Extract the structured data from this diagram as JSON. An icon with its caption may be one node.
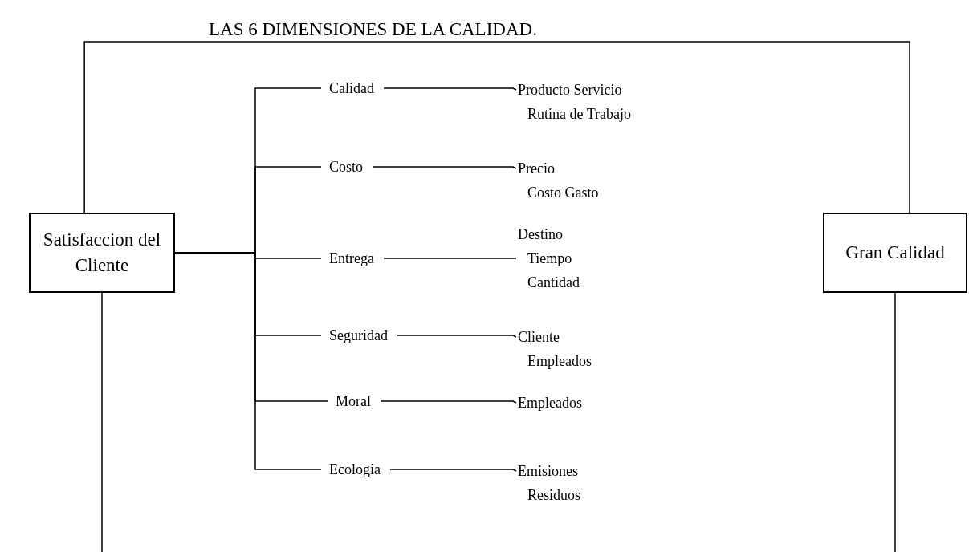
{
  "diagram": {
    "title": "LAS 6 DIMENSIONES DE LA CALIDAD.",
    "nodes": [
      {
        "text": [
          "Satisfaccion del Cliente"
        ]
      },
      {
        "text": [
          "Gran Calidad"
        ]
      },
      {
        "text": [
          "Calidad"
        ]
      },
      {
        "text": [
          "Costo"
        ]
      },
      {
        "text": [
          "Entrega"
        ]
      },
      {
        "text": [
          "Seguridad"
        ]
      },
      {
        "text": [
          "Moral"
        ]
      },
      {
        "text": [
          "Ecologia"
        ]
      },
      {
        "text": [
          "Producto Servicio",
          "Rutina de Trabajo"
        ]
      },
      {
        "text": [
          "Precio",
          "Costo Gasto"
        ]
      },
      {
        "text": [
          "Destino",
          "Tiempo",
          "Cantidad"
        ]
      },
      {
        "text": [
          "Cliente",
          "Empleados"
        ]
      },
      {
        "text": [
          "Empleados"
        ]
      },
      {
        "text": [
          "Emisiones",
          "Residuos"
        ]
      }
    ],
    "edges": [
      {
        "from": 0,
        "to": 1,
        "arrow": "none"
      },
      {
        "from": 0,
        "to": null,
        "arrow": "none"
      },
      {
        "from": 1,
        "to": null,
        "arrow": "none"
      },
      {
        "from": 0,
        "to": 2,
        "arrow": "none"
      },
      {
        "from": 0,
        "to": 3,
        "arrow": "none"
      },
      {
        "from": 0,
        "to": 4,
        "arrow": "none"
      },
      {
        "from": 0,
        "to": 5,
        "arrow": "none"
      },
      {
        "from": 0,
        "to": 6,
        "arrow": "none"
      },
      {
        "from": 0,
        "to": 7,
        "arrow": "none"
      },
      {
        "from": 2,
        "to": 8,
        "arrow": "none"
      },
      {
        "from": 3,
        "to": 9,
        "arrow": "none"
      },
      {
        "from": 4,
        "to": 10,
        "arrow": "none"
      },
      {
        "from": 5,
        "to": 11,
        "arrow": "none"
      },
      {
        "from": 6,
        "to": 12,
        "arrow": "none"
      },
      {
        "from": 7,
        "to": 13,
        "arrow": "none"
      }
    ]
  }
}
